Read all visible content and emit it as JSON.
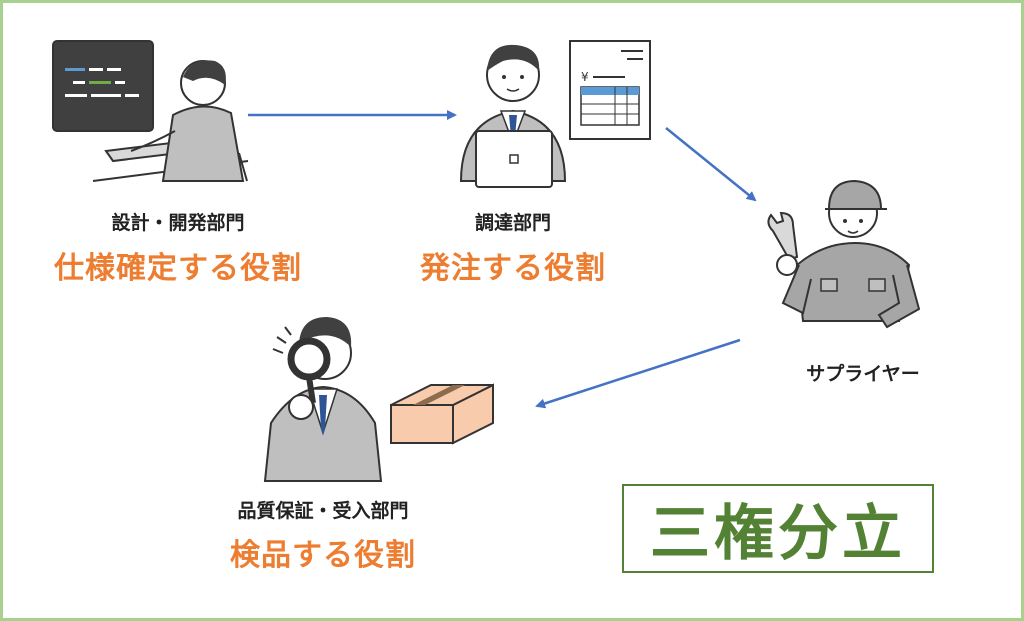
{
  "colors": {
    "frame": "#a9d18e",
    "arrow": "#4472c4",
    "role_text": "#ed7d31",
    "title_green": "#548235",
    "suit_gray": "#bfbfbf",
    "outline": "#333333",
    "box_tan": "#f8cbad"
  },
  "nodes": {
    "design": {
      "dept": "設計・開発部門",
      "role": "仕様確定する役割",
      "icon": "engineer-at-computer-icon"
    },
    "procurement": {
      "dept": "調達部門",
      "role": "発注する役割",
      "icon": "office-worker-laptop-icon"
    },
    "supplier": {
      "dept": "サプライヤー",
      "icon": "worker-with-wrench-icon"
    },
    "qa": {
      "dept": "品質保証・受入部門",
      "role": "検品する役割",
      "icon": "inspector-magnifier-icon"
    }
  },
  "edges": [
    {
      "from": "design",
      "to": "procurement"
    },
    {
      "from": "procurement",
      "to": "supplier"
    },
    {
      "from": "supplier",
      "to": "qa"
    }
  ],
  "title": "三権分立"
}
